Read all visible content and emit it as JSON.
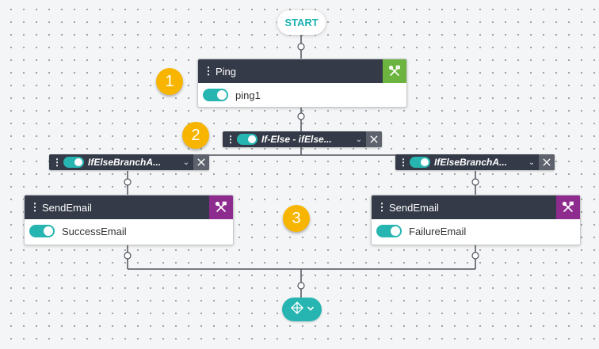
{
  "start": {
    "label": "START"
  },
  "ping": {
    "title": "Ping",
    "value": "ping1",
    "tool_color": "#6db33f"
  },
  "ifelse": {
    "label": "If-Else - ifElse..."
  },
  "branches": [
    {
      "label": "IfElseBranchA..."
    },
    {
      "label": "IfElseBranchA..."
    }
  ],
  "send_left": {
    "title": "SendEmail",
    "value": "SuccessEmail",
    "tool_color": "#8e2b8f"
  },
  "send_right": {
    "title": "SendEmail",
    "value": "FailureEmail",
    "tool_color": "#8e2b8f"
  },
  "badges": [
    "1",
    "2",
    "3"
  ],
  "icons": {
    "tool": "wrench-screwdriver-icon",
    "drag": "drag-handle-icon",
    "chevron": "chevron-down-icon",
    "end": "grid-diamond-icon"
  },
  "colors": {
    "teal": "#27b5b1",
    "header": "#343a47",
    "badge": "#f7b500"
  }
}
